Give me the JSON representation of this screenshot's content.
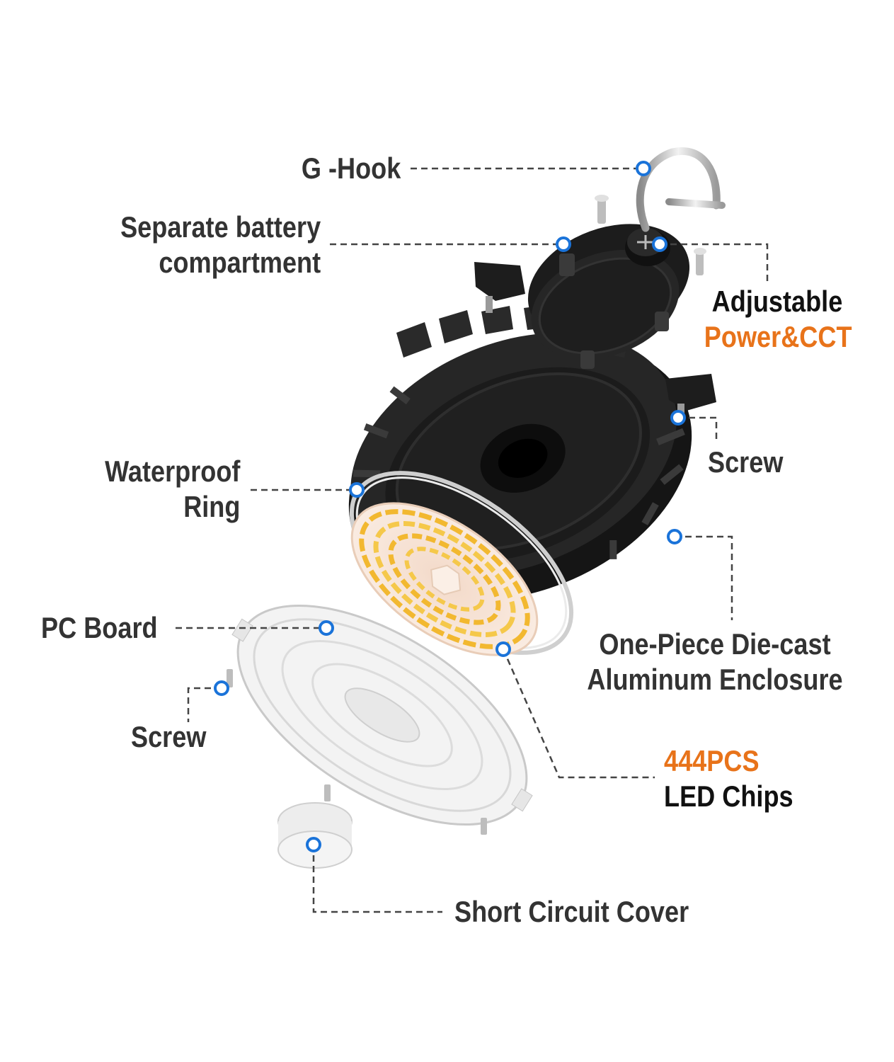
{
  "colors": {
    "label": "#333333",
    "accent": "#e8731a",
    "marker": "#1a73d9",
    "leader": "#444444",
    "housing": "#1f1f1f"
  },
  "labels": {
    "g_hook": "G -Hook",
    "battery_line1": "Separate battery",
    "battery_line2": "compartment",
    "adjustable_line1": "Adjustable",
    "adjustable_line2": "Power&CCT",
    "screw_top": "Screw",
    "waterproof_line1": "Waterproof",
    "waterproof_line2": "Ring",
    "enclosure_line1": "One-Piece Die-cast",
    "enclosure_line2": "Aluminum Enclosure",
    "pc_board": "PC Board",
    "screw_bottom": "Screw",
    "led_line1": "444PCS",
    "led_line2": "LED Chips",
    "short_circuit": "Short Circuit Cover"
  }
}
